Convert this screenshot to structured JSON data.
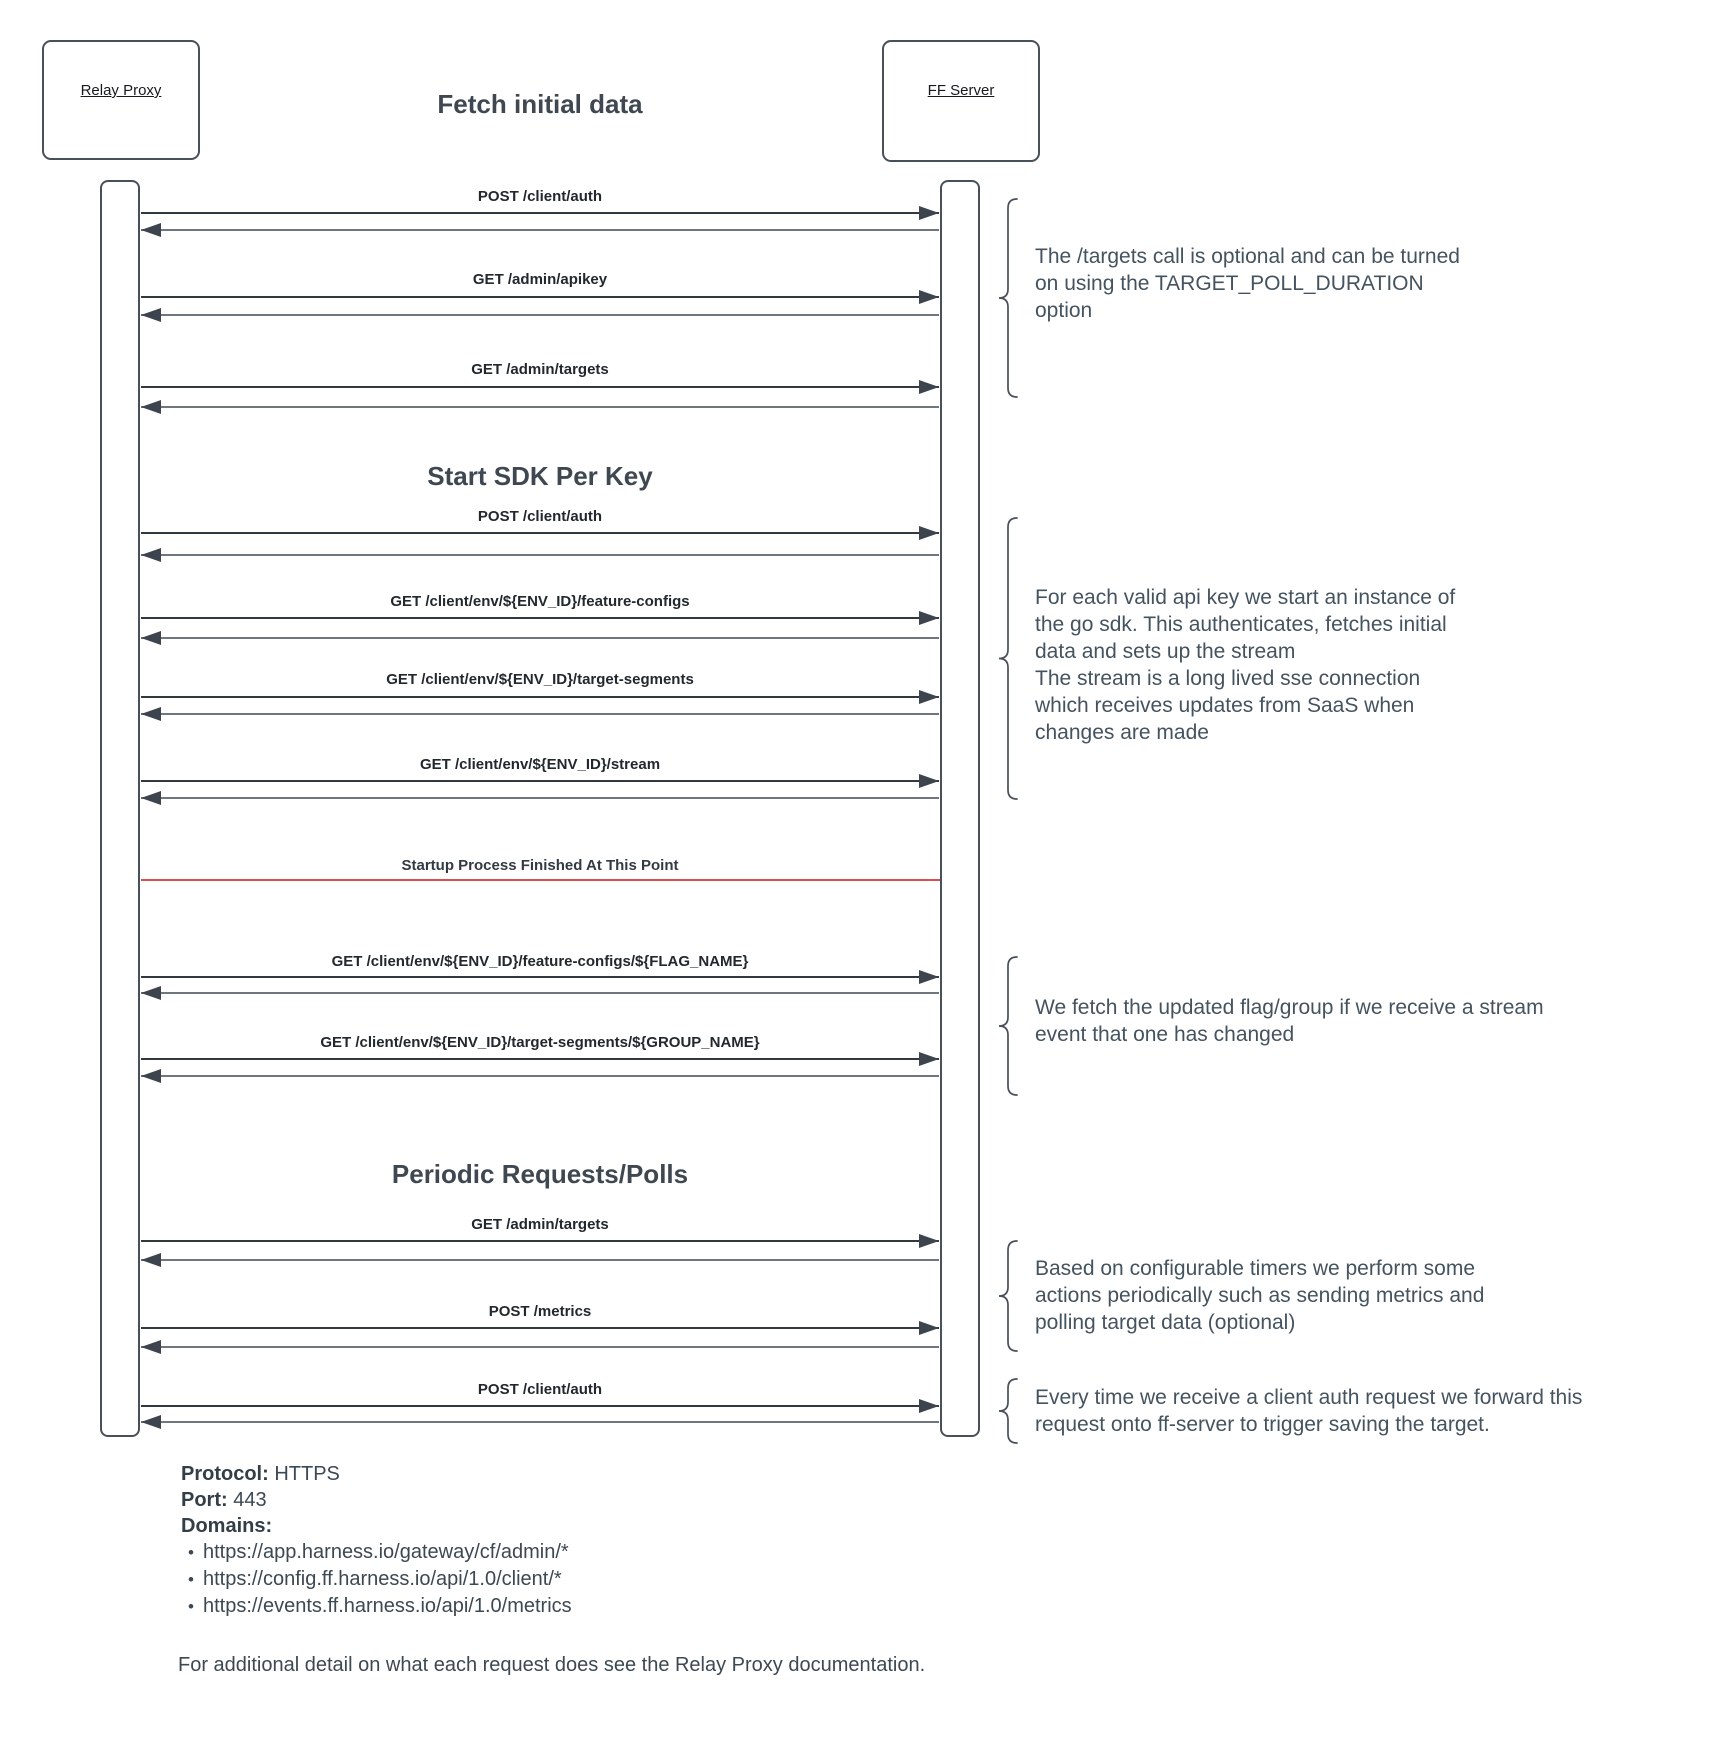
{
  "actors": {
    "left": {
      "label": "Relay Proxy"
    },
    "right": {
      "label": "FF Server"
    }
  },
  "sections": {
    "fetch_initial": "Fetch initial data",
    "start_sdk": "Start SDK Per Key",
    "periodic": "Periodic Requests/Polls"
  },
  "milestone": {
    "label": "Startup Process Finished At This Point"
  },
  "messages": [
    {
      "label": "POST /client/auth"
    },
    {
      "label": "GET /admin/apikey"
    },
    {
      "label": "GET /admin/targets"
    },
    {
      "label": "POST /client/auth"
    },
    {
      "label": "GET /client/env/${ENV_ID}/feature-configs"
    },
    {
      "label": "GET /client/env/${ENV_ID}/target-segments"
    },
    {
      "label": "GET /client/env/${ENV_ID}/stream"
    },
    {
      "label": "GET /client/env/${ENV_ID}/feature-configs/${FLAG_NAME}"
    },
    {
      "label": "GET /client/env/${ENV_ID}/target-segments/${GROUP_NAME}"
    },
    {
      "label": "GET /admin/targets"
    },
    {
      "label": "POST /metrics"
    },
    {
      "label": "POST /client/auth"
    }
  ],
  "annotations": [
    {
      "text": "The /targets call is optional and can be turned\non using the TARGET_POLL_DURATION\noption"
    },
    {
      "text": "For each valid api key we start an instance of\nthe go sdk. This authenticates, fetches initial\ndata and sets up the stream\nThe stream is a long lived sse connection\nwhich receives updates from SaaS when\nchanges are made"
    },
    {
      "text": "We fetch the updated flag/group if we receive a stream\nevent that one has changed"
    },
    {
      "text": "Based on configurable timers we perform some\nactions periodically such as sending metrics and\npolling target data (optional)"
    },
    {
      "text": "Every time we receive a client auth request we forward this\nrequest onto ff-server to trigger saving the target."
    }
  ],
  "footer": {
    "protocol_label": "Protocol:",
    "protocol_value": "HTTPS",
    "port_label": "Port:",
    "port_value": "443",
    "domains_label": "Domains:",
    "bullet": "•",
    "domains": [
      "https://app.harness.io/gateway/cf/admin/*",
      "https://config.ff.harness.io/api/1.0/client/*",
      "https://events.ff.harness.io/api/1.0/metrics"
    ],
    "note": "For additional detail on what each request does see the Relay Proxy documentation."
  },
  "colors": {
    "border": "#485059",
    "request_arrow": "#32383f",
    "response_arrow": "#70767e",
    "arrowhead": "#3d444d",
    "red_line": "#d94f4f",
    "heading": "#3f4851",
    "annotation_text": "#45535f"
  }
}
